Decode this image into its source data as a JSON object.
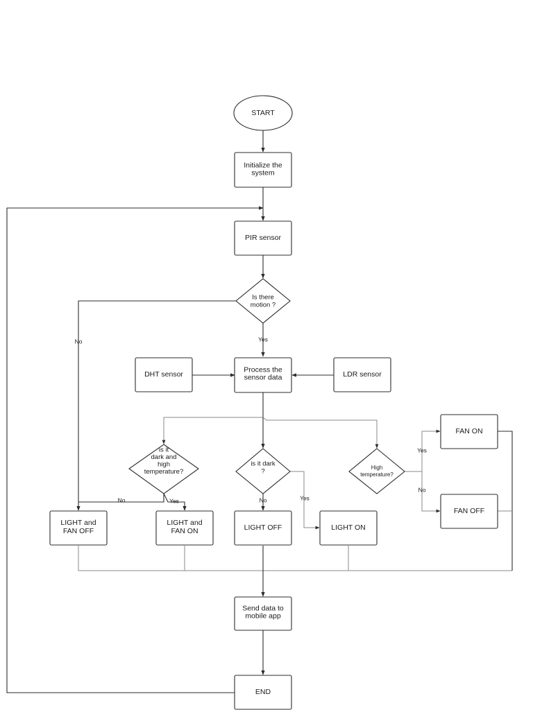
{
  "nodes": {
    "start": {
      "lines": [
        "START"
      ]
    },
    "init": {
      "lines": [
        "Initialize the",
        "system"
      ]
    },
    "pir": {
      "lines": [
        "PIR sensor"
      ]
    },
    "motion": {
      "lines": [
        "Is there",
        "motion ?"
      ]
    },
    "dht": {
      "lines": [
        "DHT sensor"
      ]
    },
    "process": {
      "lines": [
        "Process the",
        "sensor data"
      ]
    },
    "ldr": {
      "lines": [
        "LDR sensor"
      ]
    },
    "dark_temp": {
      "lines": [
        "is it",
        "dark  and",
        "high",
        "temperature?"
      ]
    },
    "dark": {
      "lines": [
        "is it dark",
        "?"
      ]
    },
    "high_temp": {
      "lines": [
        "High",
        "temperature?"
      ]
    },
    "fan_on": {
      "lines": [
        "FAN ON"
      ]
    },
    "fan_off": {
      "lines": [
        "FAN OFF"
      ]
    },
    "light_fan_off": {
      "lines": [
        "LIGHT and",
        "FAN OFF"
      ]
    },
    "light_fan_on": {
      "lines": [
        "LIGHT and",
        "FAN ON"
      ]
    },
    "light_off": {
      "lines": [
        "LIGHT OFF"
      ]
    },
    "light_on": {
      "lines": [
        "LIGHT ON"
      ]
    },
    "send": {
      "lines": [
        "Send data to",
        "mobile app"
      ]
    },
    "end": {
      "lines": [
        "END"
      ]
    }
  },
  "edge_labels": {
    "motion_no": "No",
    "motion_yes": "Yes",
    "dark_temp_no": "No",
    "dark_temp_yes": "Yes",
    "dark_no": "No",
    "dark_yes": "Yes",
    "high_temp_yes": "Yes",
    "high_temp_no": "No"
  }
}
